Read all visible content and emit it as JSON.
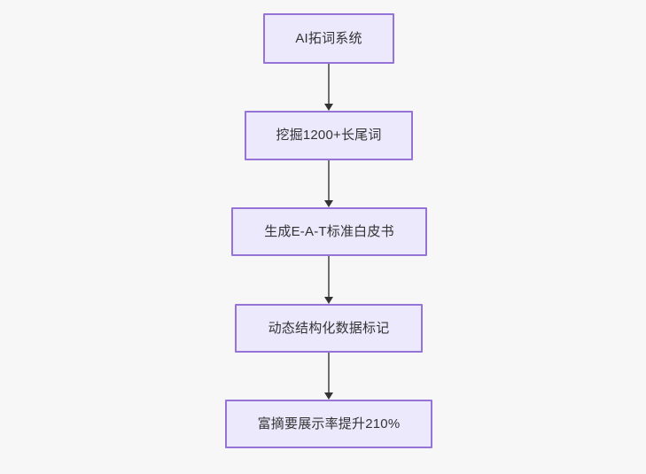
{
  "diagram": {
    "type": "flowchart",
    "direction": "top-to-bottom",
    "background_color": "#f7f7f8",
    "node_fill_color": "#ece9fc",
    "node_border_color": "#9673d6",
    "edge_color": "#6f6f6f",
    "arrowhead_color": "#333333",
    "text_color": "#333333",
    "nodes": [
      {
        "id": "n1",
        "label": "AI拓词系统"
      },
      {
        "id": "n2",
        "label": "挖掘1200+长尾词"
      },
      {
        "id": "n3",
        "label": "生成E-A-T标准白皮书"
      },
      {
        "id": "n4",
        "label": "动态结构化数据标记"
      },
      {
        "id": "n5",
        "label": "富摘要展示率提升210%"
      }
    ],
    "edges": [
      {
        "from": "n1",
        "to": "n2",
        "label": ""
      },
      {
        "from": "n2",
        "to": "n3",
        "label": ""
      },
      {
        "from": "n3",
        "to": "n4",
        "label": ""
      },
      {
        "from": "n4",
        "to": "n5",
        "label": ""
      }
    ]
  }
}
